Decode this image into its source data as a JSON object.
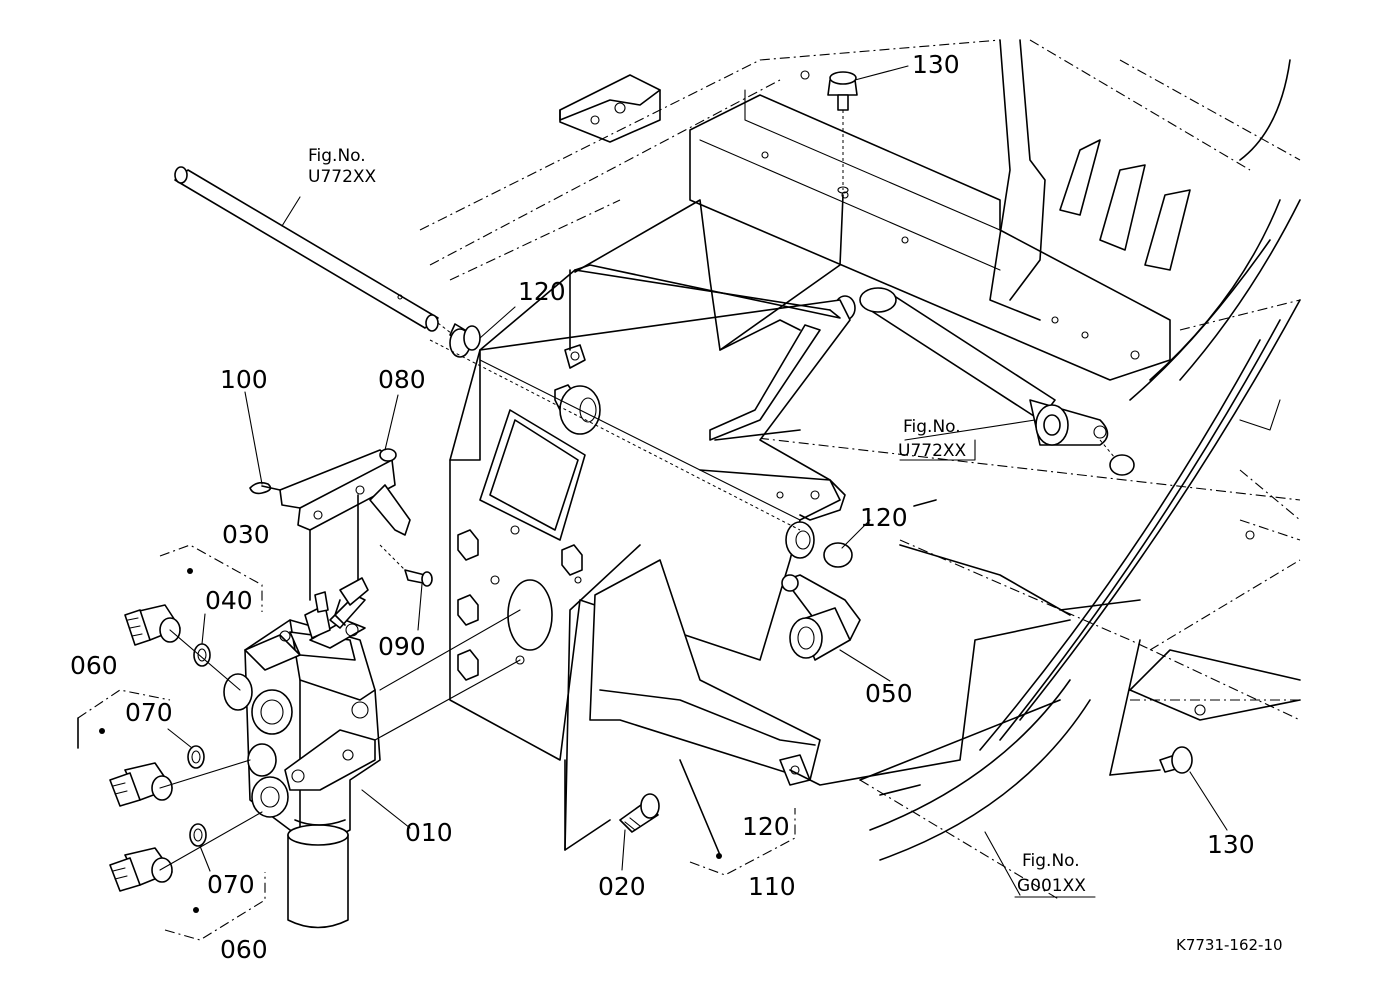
{
  "drawing": {
    "code": "K7731-162-10",
    "fig_refs": [
      {
        "label": "Fig.No.",
        "ref": "U772XX"
      },
      {
        "label": "Fig.No.",
        "ref": "U772XX"
      },
      {
        "label": "Fig.No.",
        "ref": "G001XX"
      }
    ],
    "callouts": [
      "130",
      "120",
      "100",
      "080",
      "030",
      "040",
      "060",
      "070",
      "090",
      "120",
      "050",
      "010",
      "070",
      "060",
      "020",
      "120",
      "110",
      "130"
    ]
  }
}
